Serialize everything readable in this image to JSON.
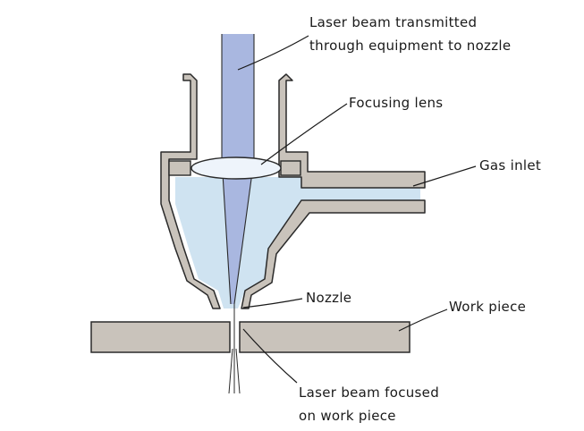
{
  "labels": {
    "laser_beam_line1": "Laser beam transmitted",
    "laser_beam_line2": "through equipment to nozzle",
    "focusing_lens": "Focusing lens",
    "gas_inlet": "Gas inlet",
    "nozzle": "Nozzle",
    "work_piece": "Work piece",
    "focused_line1": "Laser beam focused",
    "focused_line2": "on work piece"
  },
  "colors": {
    "wall": "#c9c3bb",
    "gas": "#cfe3f1",
    "beam": "#a9b7e0",
    "outline": "#2a2a2a"
  }
}
